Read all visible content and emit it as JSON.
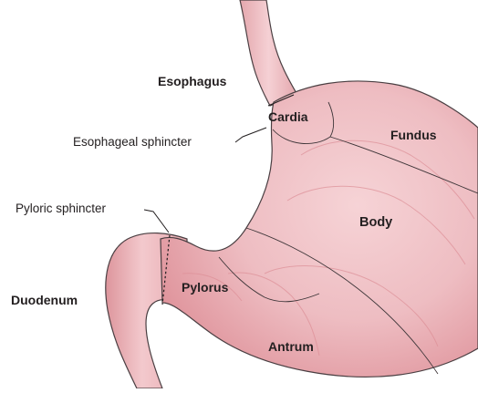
{
  "labels": {
    "esophagus": "Esophagus",
    "cardia": "Cardia",
    "esophageal_sphincter": "Esophageal sphincter",
    "fundus": "Fundus",
    "body": "Body",
    "pyloric_sphincter": "Pyloric sphincter",
    "pylorus": "Pylorus",
    "duodenum": "Duodenum",
    "antrum": "Antrum"
  },
  "colors": {
    "tissue_light": "#f6d3d6",
    "tissue_mid": "#ebaab0",
    "tissue_dark": "#d98890",
    "outline": "#4a3f42",
    "text": "#231f20"
  }
}
